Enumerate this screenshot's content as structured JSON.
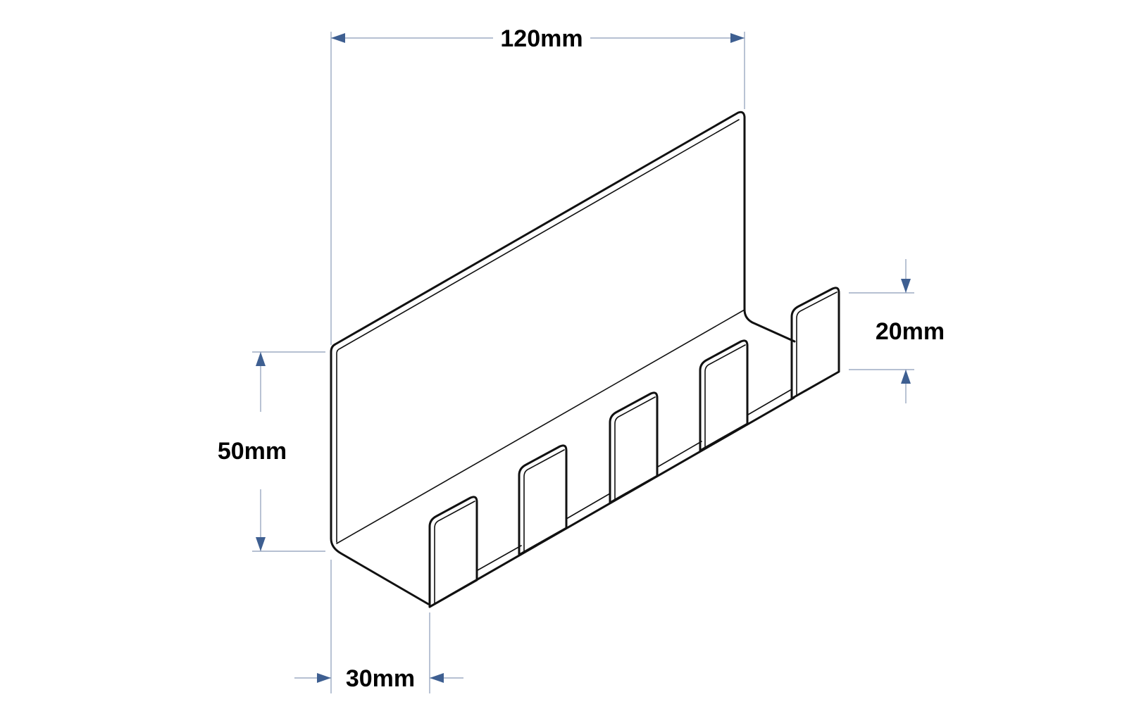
{
  "diagram": {
    "dimensions": {
      "length": {
        "label": "120mm"
      },
      "height": {
        "label": "50mm"
      },
      "depth": {
        "label": "30mm"
      },
      "tab_height": {
        "label": "20mm"
      }
    },
    "colors": {
      "outline": "#111111",
      "dimension_line": "#8a9bb8",
      "arrow": "#3e5f91"
    }
  }
}
